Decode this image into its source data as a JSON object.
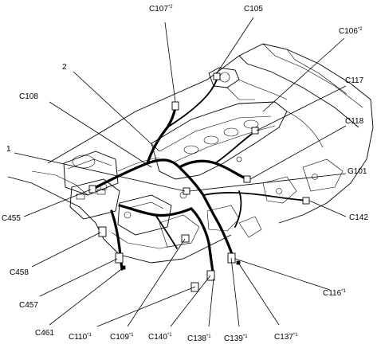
{
  "labels": {
    "c107": {
      "text": "C107",
      "sup": "*2"
    },
    "c105": {
      "text": "C105",
      "sup": ""
    },
    "c106": {
      "text": "C106",
      "sup": "*2"
    },
    "n2": {
      "text": "2",
      "sup": ""
    },
    "c117": {
      "text": "C117",
      "sup": ""
    },
    "c108": {
      "text": "C108",
      "sup": ""
    },
    "c118": {
      "text": "C118",
      "sup": ""
    },
    "n1": {
      "text": "1",
      "sup": ""
    },
    "g101": {
      "text": "G101",
      "sup": ""
    },
    "c142": {
      "text": "C142",
      "sup": ""
    },
    "c455": {
      "text": "C455",
      "sup": ""
    },
    "c458": {
      "text": "C458",
      "sup": ""
    },
    "c116": {
      "text": "C116",
      "sup": "*1"
    },
    "c457": {
      "text": "C457",
      "sup": ""
    },
    "c461": {
      "text": "C461",
      "sup": ""
    },
    "c110": {
      "text": "C110",
      "sup": "*1"
    },
    "c109": {
      "text": "C109",
      "sup": "*1"
    },
    "c140": {
      "text": "C140",
      "sup": "*1"
    },
    "c138": {
      "text": "C138",
      "sup": "*1"
    },
    "c139": {
      "text": "C139",
      "sup": "*1"
    },
    "c137": {
      "text": "C137",
      "sup": "*1"
    }
  }
}
